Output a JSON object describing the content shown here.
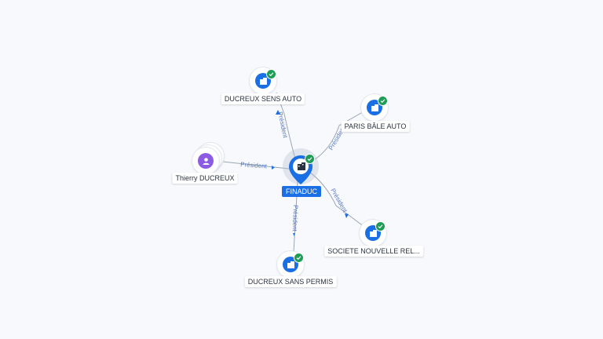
{
  "center": {
    "name": "FINADUC",
    "icon": "building-icon",
    "verified": true
  },
  "nodes": [
    {
      "id": "sens-auto",
      "name": "DUCREUX SENS AUTO",
      "type": "company",
      "icon": "building-icon",
      "verified": true
    },
    {
      "id": "paris-bale",
      "name": "PARIS BÂLE AUTO",
      "type": "company",
      "icon": "building-icon",
      "verified": true
    },
    {
      "id": "thierry",
      "name": "Thierry DUCREUX",
      "type": "person",
      "icon": "person-icon",
      "verified": false
    },
    {
      "id": "societe",
      "name": "SOCIETE NOUVELLE REL...",
      "type": "company",
      "icon": "building-icon",
      "verified": true
    },
    {
      "id": "sans-permis",
      "name": "DUCREUX SANS PERMIS",
      "type": "company",
      "icon": "building-icon",
      "verified": true
    }
  ],
  "edges": [
    {
      "from": "center",
      "to": "sens-auto",
      "label": "Président"
    },
    {
      "from": "center",
      "to": "paris-bale",
      "label": "Président"
    },
    {
      "from": "thierry",
      "to": "center",
      "label": "Président"
    },
    {
      "from": "center",
      "to": "societe",
      "label": "Président"
    },
    {
      "from": "center",
      "to": "sans-permis",
      "label": "Président"
    }
  ],
  "colors": {
    "company": "#1a6fe4",
    "person": "#8c5be3",
    "verified": "#1f9c55",
    "edge_label": "#5a7abf"
  }
}
